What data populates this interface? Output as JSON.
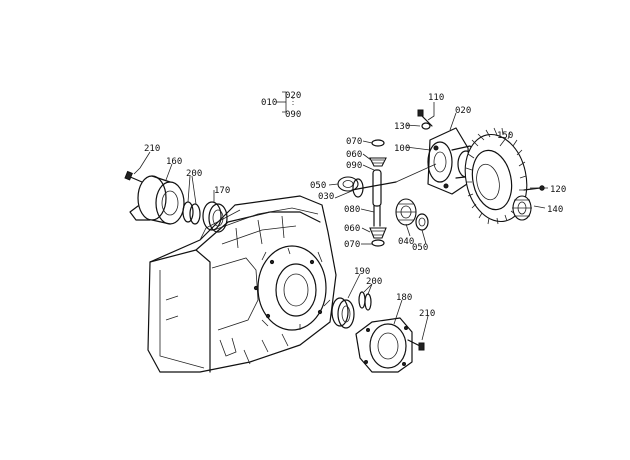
{
  "diagram": {
    "callouts": [
      {
        "id": "c010",
        "text": "010"
      },
      {
        "id": "c020a",
        "text": "020"
      },
      {
        "id": "c090a",
        "text": "090"
      },
      {
        "id": "c110",
        "text": "110"
      },
      {
        "id": "c130",
        "text": "130"
      },
      {
        "id": "c020b",
        "text": "020"
      },
      {
        "id": "c100",
        "text": "100"
      },
      {
        "id": "c150",
        "text": "150"
      },
      {
        "id": "c070a",
        "text": "070"
      },
      {
        "id": "c060a",
        "text": "060"
      },
      {
        "id": "c090b",
        "text": "090"
      },
      {
        "id": "c050a",
        "text": "050"
      },
      {
        "id": "c030",
        "text": "030"
      },
      {
        "id": "c080",
        "text": "080"
      },
      {
        "id": "c060b",
        "text": "060"
      },
      {
        "id": "c070b",
        "text": "070"
      },
      {
        "id": "c040",
        "text": "040"
      },
      {
        "id": "c050b",
        "text": "050"
      },
      {
        "id": "c120",
        "text": "120"
      },
      {
        "id": "c140",
        "text": "140"
      },
      {
        "id": "c210a",
        "text": "210"
      },
      {
        "id": "c160",
        "text": "160"
      },
      {
        "id": "c200a",
        "text": "200"
      },
      {
        "id": "c170",
        "text": "170"
      },
      {
        "id": "c190",
        "text": "190"
      },
      {
        "id": "c200b",
        "text": "200"
      },
      {
        "id": "c180",
        "text": "180"
      },
      {
        "id": "c210b",
        "text": "210"
      }
    ]
  }
}
